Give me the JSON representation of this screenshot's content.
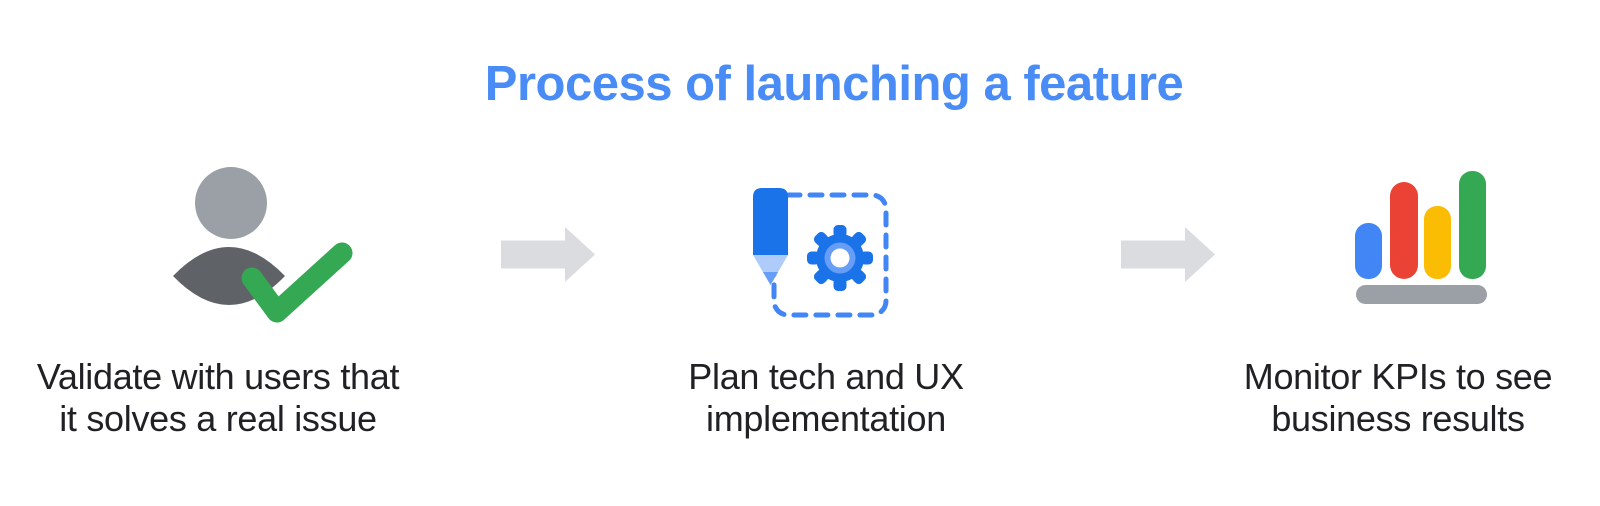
{
  "title": {
    "text": "Process of launching a feature"
  },
  "steps": [
    {
      "id": "validate",
      "icon": "user-with-checkmark",
      "caption_line1": "Validate with users that",
      "caption_line2": "it solves a real issue"
    },
    {
      "id": "plan",
      "icon": "pencil-and-gear",
      "caption_line1": "Plan tech and UX",
      "caption_line2": "implementation"
    },
    {
      "id": "monitor",
      "icon": "bar-chart",
      "caption_line1": "Monitor KPIs to see",
      "caption_line2": "business results"
    }
  ],
  "colors": {
    "title_blue": "#4A8CF5",
    "text": "#202124",
    "arrow_gray": "#DADCE0",
    "head_gray": "#9AA0A6",
    "body_gray": "#5F6368",
    "check_green": "#34A853",
    "pencil_blue": "#1A73E8",
    "pencil_wood": "#AECBFA",
    "pencil_tip": "#669DF6",
    "dash_blue": "#4285F4",
    "gear_blue": "#1A73E8",
    "gear_ring": "#669DF6",
    "gear_hole": "#FFFFFF",
    "bar_blue": "#4285F4",
    "bar_red": "#EA4335",
    "bar_yellow": "#FBBC04",
    "bar_green": "#34A853",
    "bar_base": "#9AA0A6"
  }
}
